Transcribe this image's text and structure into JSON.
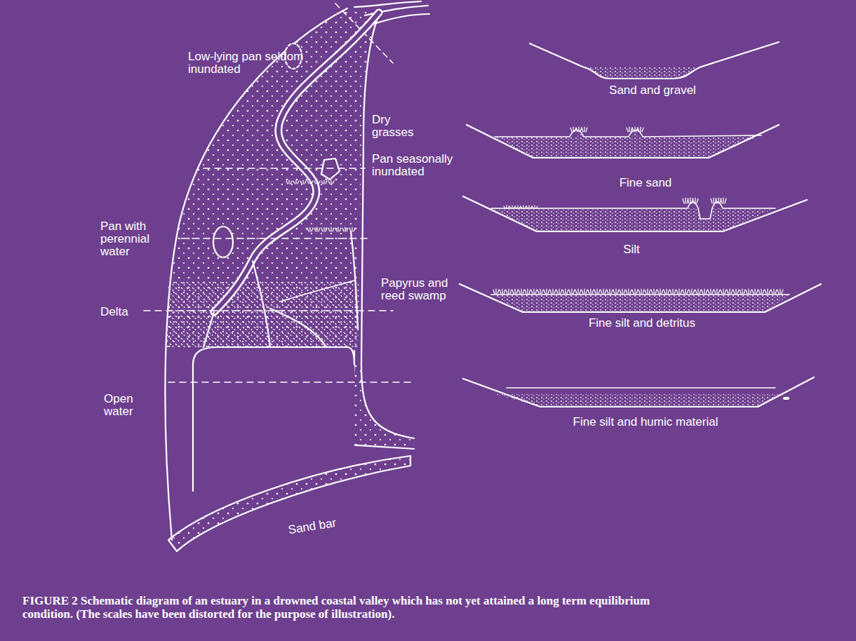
{
  "diagram": {
    "caption": "FIGURE 2 Schematic diagram of an estuary in a drowned coastal valley which has not yet attained a long term equilibrium condition. (The scales have been distorted for the purpose of illustration).",
    "labels": [
      "Low-lying pan seldom inundated",
      "Dry grasses",
      "Pan seasonally inundated",
      "Pan with perennial water",
      "Papyrus and reed swamp",
      "Delta",
      "Open water",
      "Sand bar",
      "Sand and gravel",
      "Fine sand",
      "Silt",
      "Fine silt and detritus",
      "Fine silt and humic material"
    ]
  }
}
